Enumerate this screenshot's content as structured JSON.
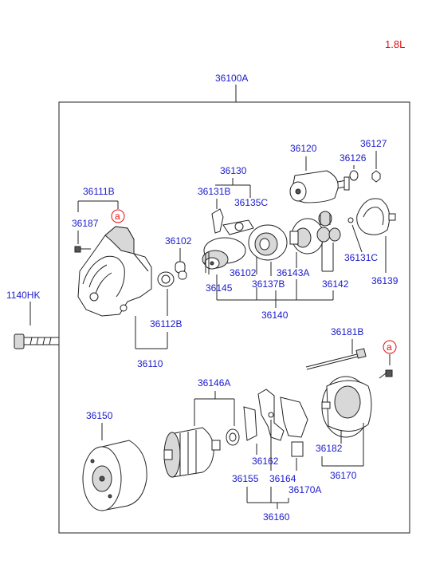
{
  "engine": "1.8L",
  "assembly": "36100A",
  "ref_marker": "a",
  "parts": {
    "p1140HK": "1140HK",
    "p36111B": "36111B",
    "p36187": "36187",
    "p36102a": "36102",
    "p36112B": "36112B",
    "p36110": "36110",
    "p36130": "36130",
    "p36131B": "36131B",
    "p36135C": "36135C",
    "p36102b": "36102",
    "p36145": "36145",
    "p36137B": "36137B",
    "p36143A": "36143A",
    "p36142": "36142",
    "p36140": "36140",
    "p36120": "36120",
    "p36126": "36126",
    "p36127": "36127",
    "p36131C": "36131C",
    "p36139": "36139",
    "p36181B": "36181B",
    "p36146A": "36146A",
    "p36150": "36150",
    "p36162": "36162",
    "p36155": "36155",
    "p36164": "36164",
    "p36170A": "36170A",
    "p36160": "36160",
    "p36182": "36182",
    "p36170": "36170"
  }
}
